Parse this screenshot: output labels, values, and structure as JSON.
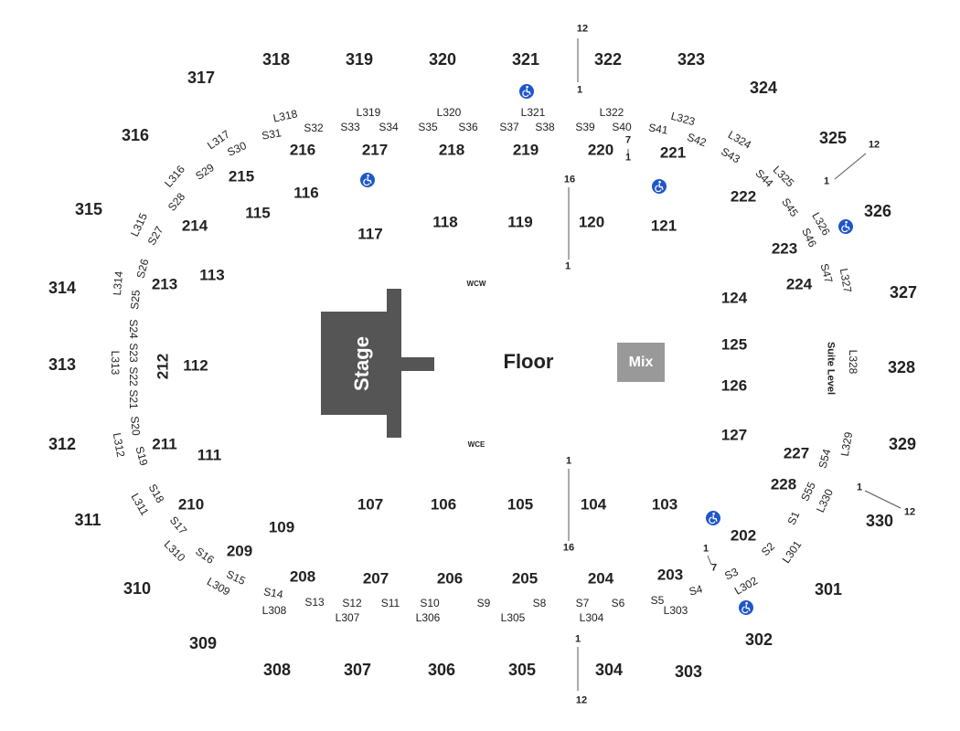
{
  "floor": {
    "label": "Floor"
  },
  "stage": {
    "label": "Stage"
  },
  "mix": {
    "label": "Mix"
  },
  "suite_level": {
    "label": "Suite Level"
  },
  "markers": {
    "wcw": "WCW",
    "wce": "WCE"
  },
  "icon_names": {
    "accessible": "wheelchair-accessible-icon"
  },
  "colors": {
    "stage": "#555555",
    "mix": "#999999",
    "accessible": "#1f56c8"
  },
  "sections_300": [
    "301",
    "302",
    "303",
    "304",
    "305",
    "306",
    "307",
    "308",
    "309",
    "310",
    "311",
    "312",
    "313",
    "314",
    "315",
    "316",
    "317",
    "318",
    "319",
    "320",
    "321",
    "322",
    "323",
    "324",
    "325",
    "326",
    "327",
    "328",
    "329",
    "330"
  ],
  "sections_200": [
    "202",
    "203",
    "204",
    "205",
    "206",
    "207",
    "208",
    "209",
    "210",
    "211",
    "212",
    "213",
    "214",
    "215",
    "216",
    "217",
    "218",
    "219",
    "220",
    "221",
    "222",
    "223",
    "224",
    "227",
    "228"
  ],
  "sections_100": [
    "103",
    "104",
    "105",
    "106",
    "107",
    "109",
    "111",
    "112",
    "113",
    "115",
    "116",
    "117",
    "118",
    "119",
    "120",
    "121",
    "124",
    "125",
    "126",
    "127"
  ],
  "loge_boxes": [
    "L301",
    "L302",
    "L303",
    "L304",
    "L305",
    "L306",
    "L307",
    "L308",
    "L309",
    "L310",
    "L311",
    "L312",
    "L313",
    "L314",
    "L315",
    "L316",
    "L317",
    "L318",
    "L319",
    "L320",
    "L321",
    "L322",
    "L323",
    "L324",
    "L325",
    "L326",
    "L327",
    "L328",
    "L329",
    "L330"
  ],
  "suites": [
    "S1",
    "S2",
    "S3",
    "S4",
    "S5",
    "S6",
    "S7",
    "S8",
    "S9",
    "S10",
    "S11",
    "S12",
    "S13",
    "S14",
    "S15",
    "S16",
    "S17",
    "S18",
    "S19",
    "S20",
    "S21",
    "S22",
    "S23",
    "S24",
    "S25",
    "S26",
    "S27",
    "S28",
    "S29",
    "S30",
    "S31",
    "S32",
    "S33",
    "S34",
    "S35",
    "S36",
    "S37",
    "S38",
    "S39",
    "S40",
    "S41",
    "S42",
    "S43",
    "S44",
    "S45",
    "S46",
    "S47",
    "S54",
    "S55"
  ],
  "row_markers": [
    "12",
    "1",
    "12",
    "1",
    "1",
    "12",
    "1",
    "12",
    "16",
    "1",
    "1",
    "16",
    "7",
    "1",
    "7",
    "1"
  ]
}
